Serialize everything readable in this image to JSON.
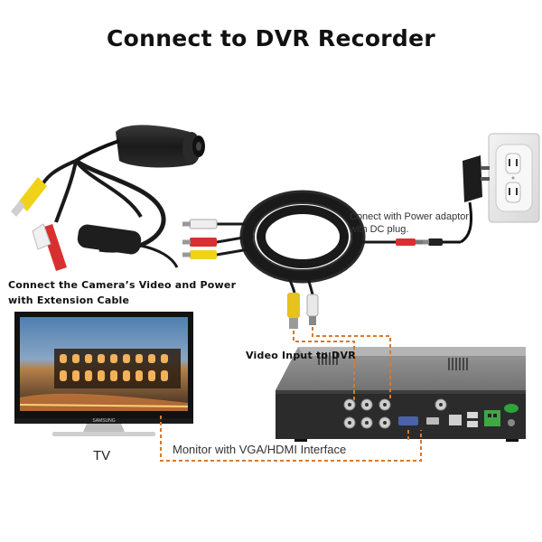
{
  "title": "Connect to DVR Recorder",
  "labels": {
    "power_line1": "Conect with Power adaptor",
    "power_line2": "with DC plug.",
    "camera_line1": "Connect the Camera’s Video and Power",
    "camera_line2": "with Extension Cable",
    "video_input": "Video Input to DVR",
    "monitor": "Monitor with VGA/HDMI Interface",
    "tv": "TV",
    "tv_brand": "SAMSUNG"
  },
  "colors": {
    "dashed_line": "#d77a2e",
    "rca_yellow": "#f0d21a",
    "rca_red": "#d83030",
    "rca_white": "#eeeeee",
    "cable_black": "#1a1a1a",
    "dvr_body": "#2b2b2b"
  }
}
